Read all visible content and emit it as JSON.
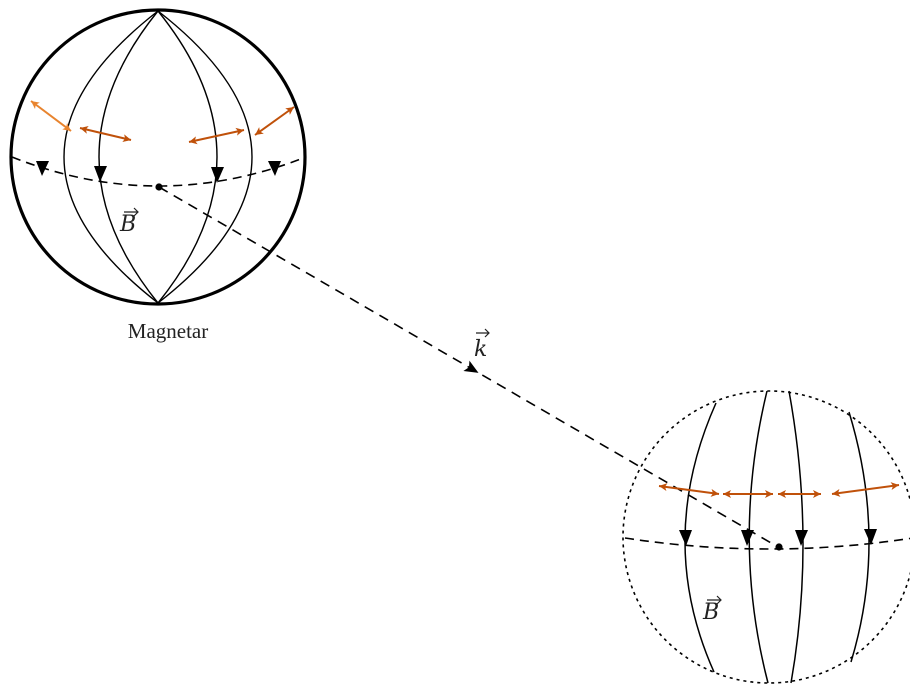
{
  "diagram": {
    "magnetar_label": "Magnetar",
    "field_label": "B",
    "wave_label": "k"
  },
  "colors": {
    "line": "#000000",
    "polarization": "#c0510a",
    "polarization_light": "#e8842e",
    "background": "#ffffff"
  },
  "icons": {
    "vector_arrow": "right-arrow-accent"
  }
}
